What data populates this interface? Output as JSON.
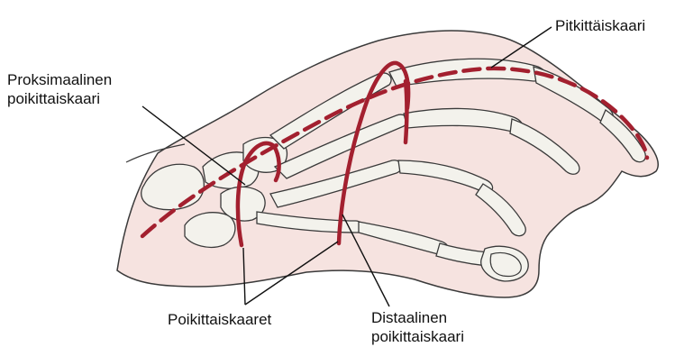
{
  "labels": {
    "longitudinal_arch": "Pitkittäiskaari",
    "proximal_transverse_arch": {
      "line1": "Proksimaalinen",
      "line2": "poikittaiskaari"
    },
    "transverse_arches": "Poikittaiskaaret",
    "distal_transverse_arch": {
      "line1": "Distaalinen",
      "line2": "poikittaiskaari"
    }
  },
  "colors": {
    "arch_line": "#a3202f",
    "skin_fill": "#f6e3e0",
    "bone_fill": "#f3f2ec",
    "outline": "#3a3a3a",
    "leader_line": "#111111"
  }
}
